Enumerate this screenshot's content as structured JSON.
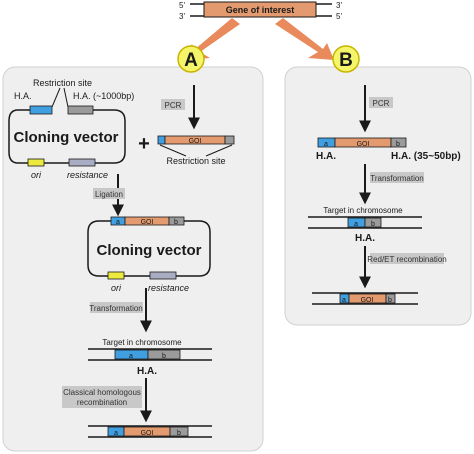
{
  "colors": {
    "panel": "#efefef",
    "goi": "#e39a6e",
    "ha_left": "#3f9fe0",
    "ha_right": "#9b9b9b",
    "ori": "#ecea3e",
    "resistance": "#a9adc4",
    "label_box": "#c8c8c8",
    "circle_fill": "#f5f56a",
    "circle_stroke": "#c9b400",
    "orange_arrow": "#e88a5c"
  },
  "top": {
    "gene_label": "Gene of interest",
    "strand_5_left": "5'",
    "strand_3_left": "3'",
    "strand_3_right": "3'",
    "strand_5_right": "5'"
  },
  "panel_a": {
    "letter": "A",
    "restriction_site_top": "Restriction site",
    "ha_left": "H.A.",
    "ha_right": "H.A. (~1000bp)",
    "vector_label": "Cloning vector",
    "plus": "+",
    "pcr": "PCR",
    "goi": "GOI",
    "restriction_site_bottom": "Restriction site",
    "ori": "ori",
    "resistance": "resistance",
    "ligation": "Ligation",
    "insert_a": "a",
    "insert_goi": "GOI",
    "insert_b": "b",
    "vector_label_2": "Cloning vector",
    "ori_2": "ori",
    "resistance_2": "resistance",
    "transformation": "Transformation",
    "target": "Target in chromosome",
    "chrom_a": "a",
    "chrom_b": "b",
    "ha_bottom": "H.A.",
    "classical_1": "Classical homologous",
    "classical_2": "recombination",
    "result_a": "a",
    "result_goi": "GOI",
    "result_b": "b"
  },
  "panel_b": {
    "letter": "B",
    "pcr": "PCR",
    "a": "a",
    "goi": "GOI",
    "b": "b",
    "ha_left": "H.A.",
    "ha_right": "H.A.  (35~50bp)",
    "transformation": "Transformation",
    "target": "Target in chromosome",
    "chrom_a": "a",
    "chrom_b": "b",
    "ha_bottom": "H.A.",
    "red_et": "Red/ET recombination",
    "result_a": "a",
    "result_goi": "GOI",
    "result_b": "b"
  }
}
